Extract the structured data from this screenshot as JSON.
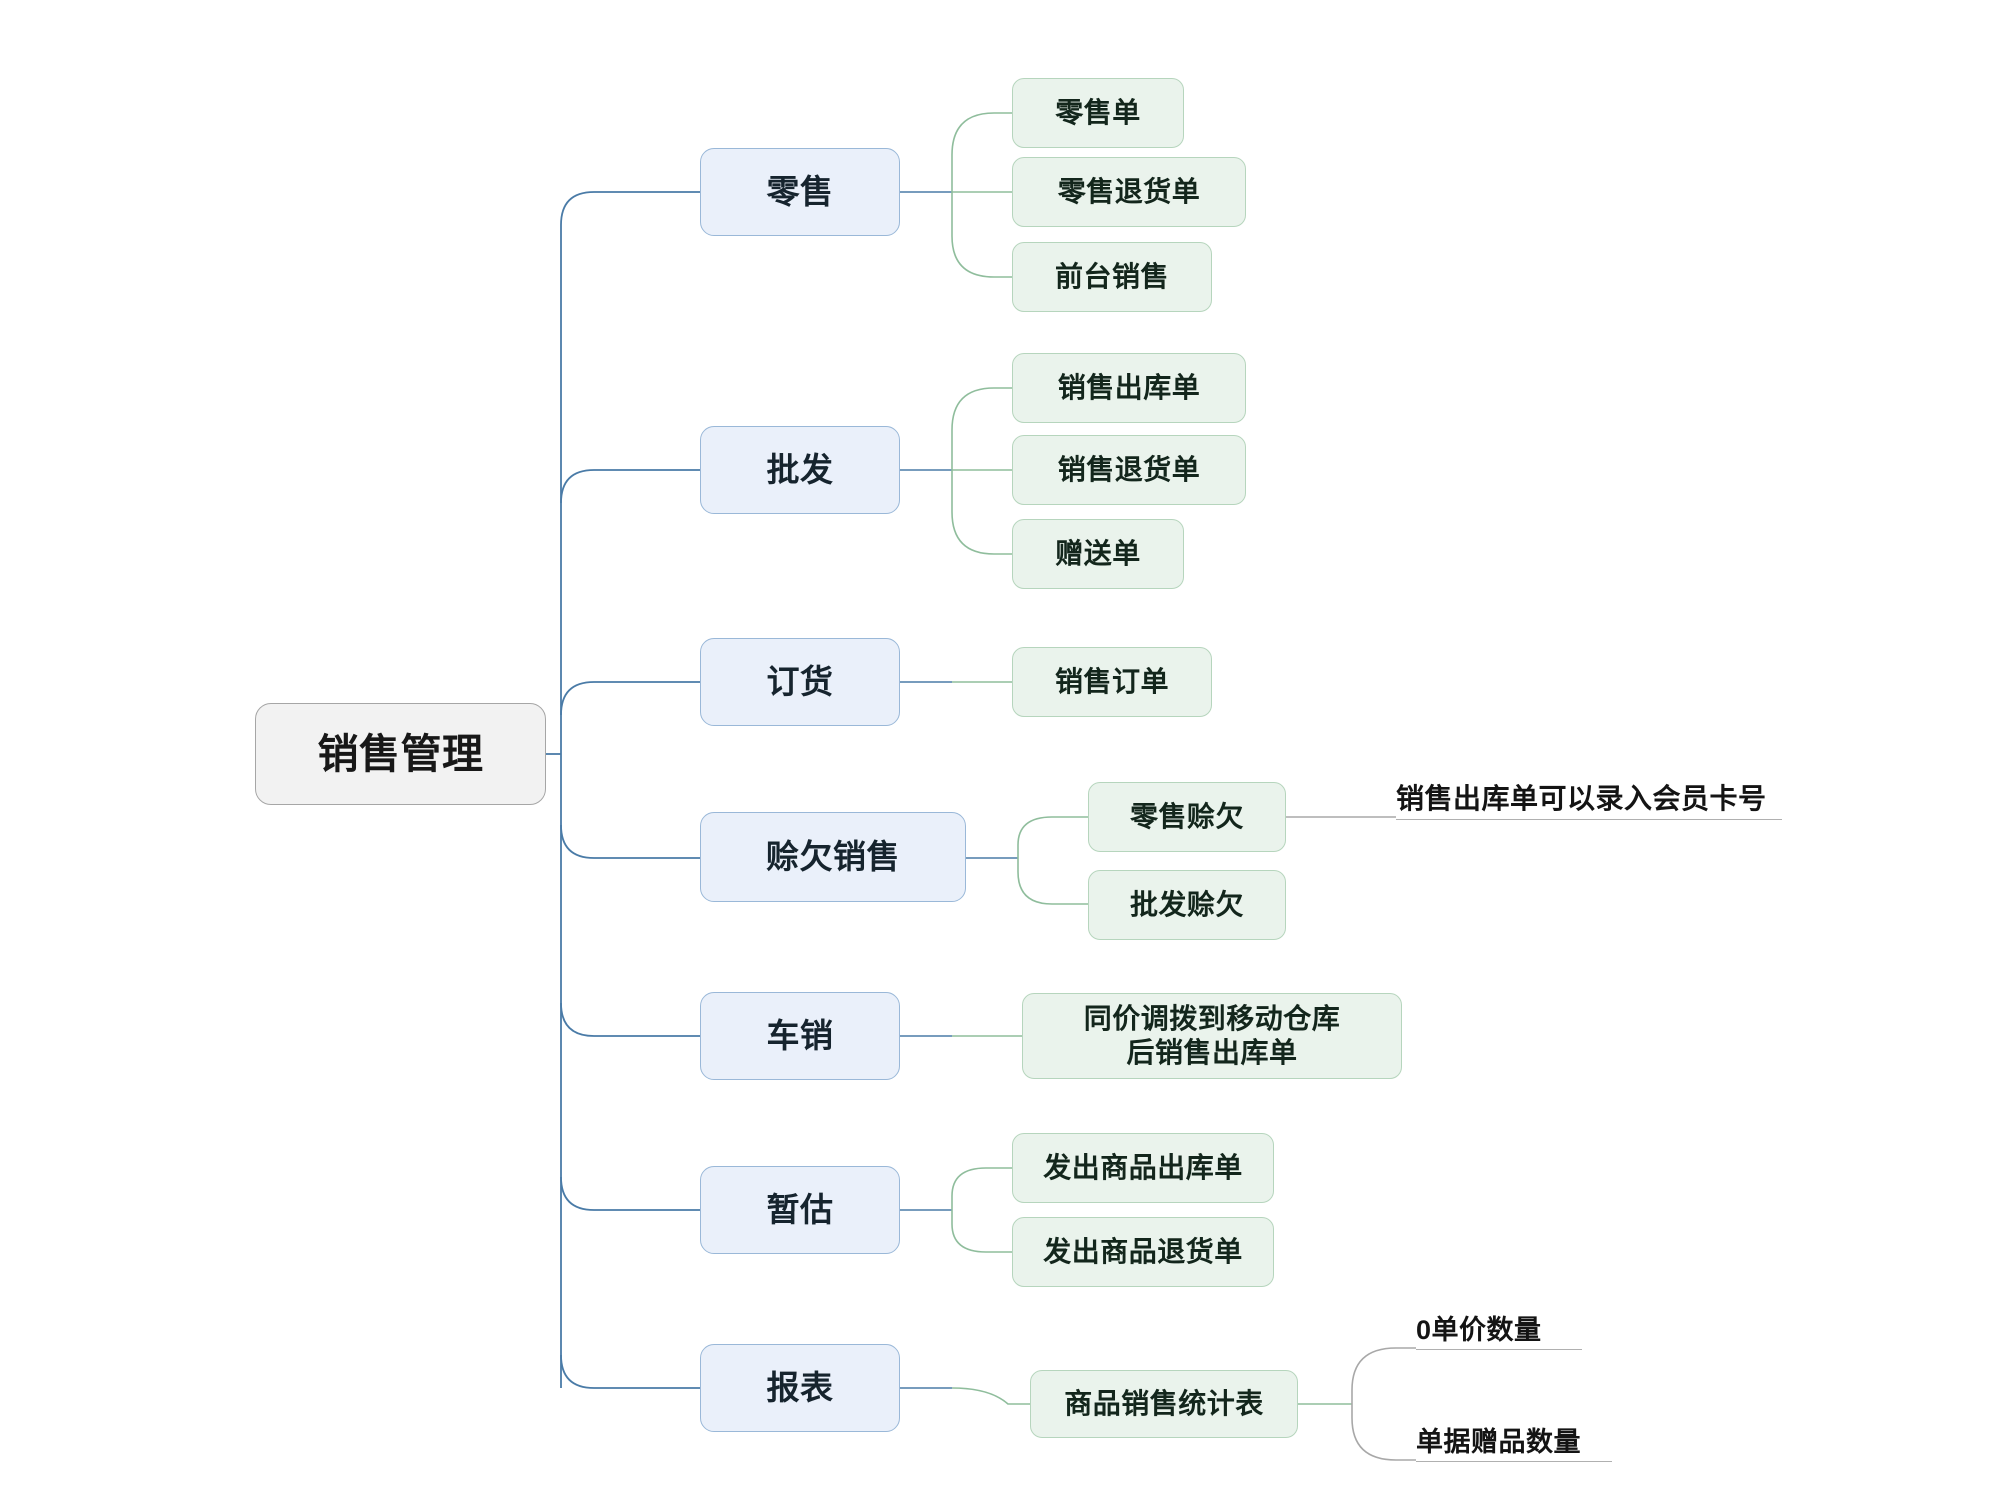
{
  "diagram": {
    "type": "mindmap",
    "title": "销售管理",
    "orientation": "left-to-right",
    "colors": {
      "background": "#ffffff",
      "root_fill": "#f2f2f2",
      "root_border": "#a6a6a6",
      "level1_fill": "#eaf0fa",
      "level1_border": "#9ab8d8",
      "level2_fill": "#eaf3ec",
      "level2_border": "#b6d5bd",
      "edge_blue": "#4a7ba7",
      "edge_green": "#8fbd9c",
      "edge_gray": "#a8a8a8",
      "text_dark": "#16242e"
    }
  },
  "root": {
    "label": "销售管理"
  },
  "branches": [
    {
      "label": "零售",
      "children": [
        {
          "label": "零售单"
        },
        {
          "label": "零售退货单"
        },
        {
          "label": "前台销售"
        }
      ]
    },
    {
      "label": "批发",
      "children": [
        {
          "label": "销售出库单"
        },
        {
          "label": "销售退货单"
        },
        {
          "label": "赠送单"
        }
      ]
    },
    {
      "label": "订货",
      "children": [
        {
          "label": "销售订单"
        }
      ]
    },
    {
      "label": "赊欠销售",
      "children": [
        {
          "label": "零售赊欠",
          "annotation": "销售出库单可以录入会员卡号"
        },
        {
          "label": "批发赊欠"
        }
      ]
    },
    {
      "label": "车销",
      "children": [
        {
          "label": "同价调拨到移动仓库\n后销售出库单"
        }
      ]
    },
    {
      "label": "暂估",
      "children": [
        {
          "label": "发出商品出库单"
        },
        {
          "label": "发出商品退货单"
        }
      ]
    },
    {
      "label": "报表",
      "children": [
        {
          "label": "商品销售统计表",
          "grandchildren": [
            {
              "label": "0单价数量"
            },
            {
              "label": "单据赠品数量"
            }
          ]
        }
      ]
    }
  ]
}
